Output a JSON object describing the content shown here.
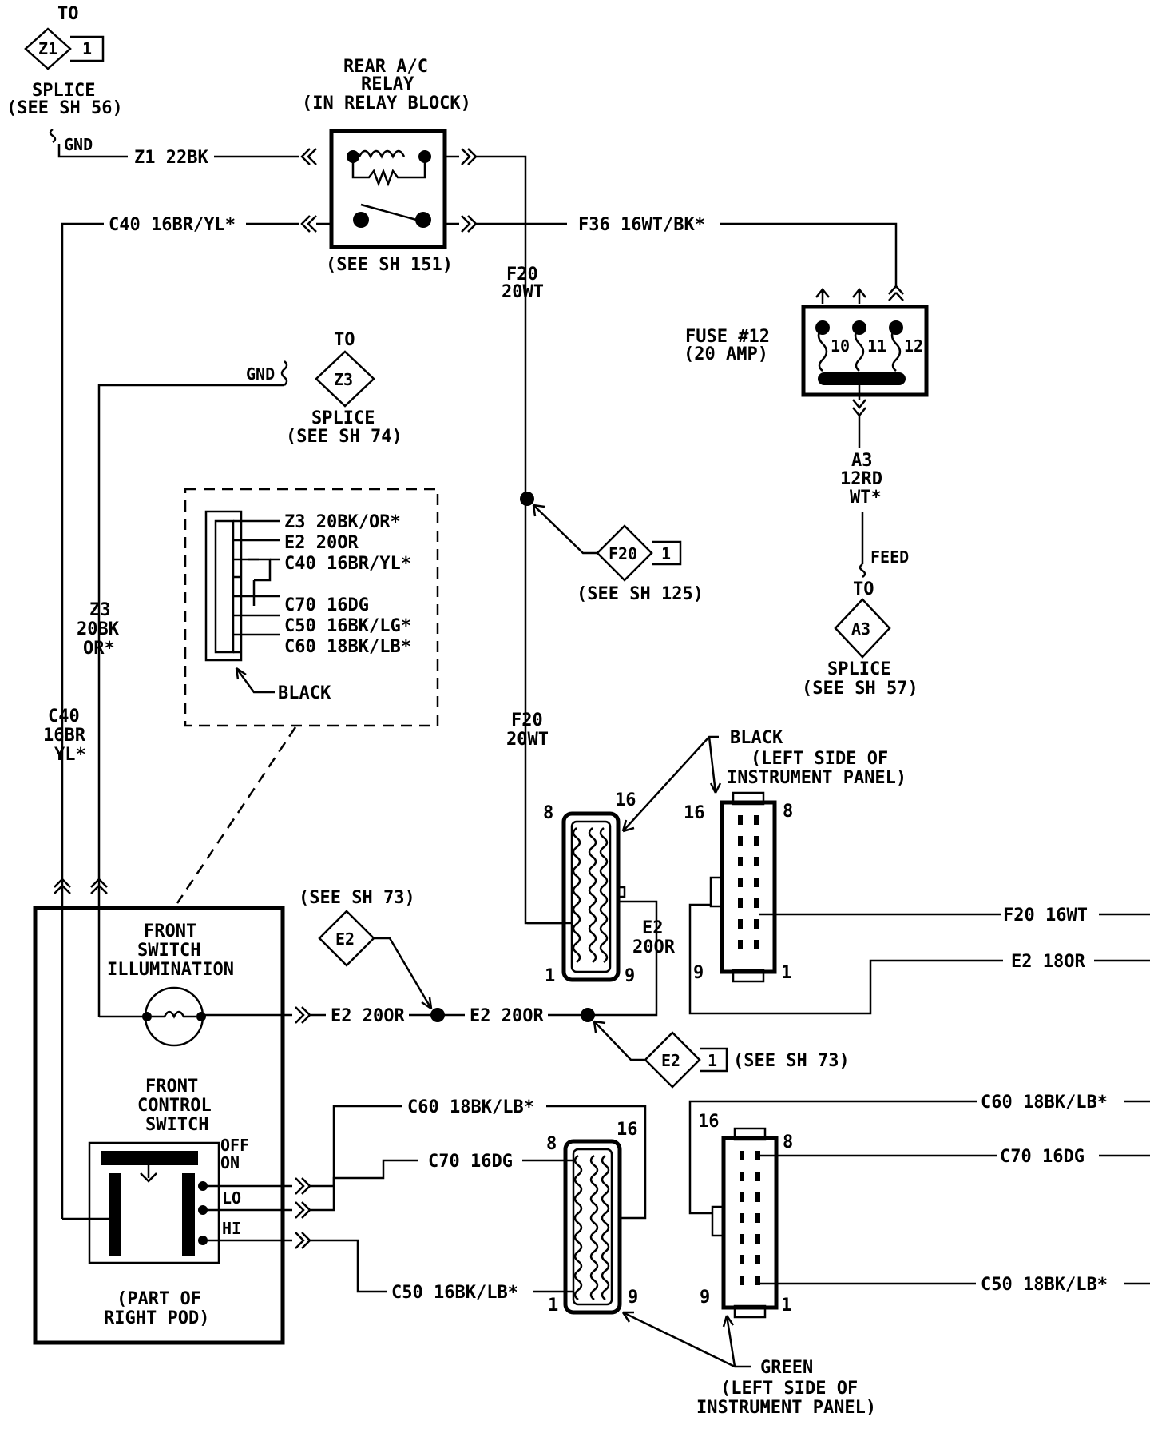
{
  "relay": {
    "title_line1": "REAR A/C",
    "title_line2": "RELAY",
    "title_line3": "(IN RELAY BLOCK)",
    "ref": "(SEE SH 151)"
  },
  "z1_splice": {
    "to": "TO",
    "code": "Z1",
    "pin": "1",
    "label": "SPLICE",
    "ref": "(SEE SH 56)",
    "gnd": "GND"
  },
  "wires": {
    "z1_22bk": "Z1 22BK",
    "c40_top": "C40 16BR/YL*",
    "f36": "F36 16WT/BK*",
    "f20_upper_1": "F20",
    "f20_upper_2": "20WT",
    "f20_lower_1": "F20",
    "f20_lower_2": "20WT",
    "z3_vert_1": "Z3",
    "z3_vert_2": "20BK",
    "z3_vert_3": "OR*",
    "c40_vert_1": "C40",
    "c40_vert_2": "16BR",
    "c40_vert_3": "YL*",
    "a3_1": "A3",
    "a3_2": "12RD",
    "a3_3": "WT*",
    "feed": "FEED",
    "e2_left": "E2 20OR",
    "e2_mid": "E2 20OR",
    "e2_vert_1": "E2",
    "e2_vert_2": "20OR",
    "f20_16wt": "F20 16WT",
    "e2_18or": "E2 18OR",
    "c60_left": "C60 18BK/LB*",
    "c70_left": "C70 16DG",
    "c50_left": "C50 16BK/LB*",
    "c60_right": "C60 18BK/LB*",
    "c70_right": "C70 16DG",
    "c50_right": "C50 18BK/LB*"
  },
  "fuse": {
    "title_line1": "FUSE #12",
    "title_line2": "(20 AMP)",
    "pin10": "10",
    "pin11": "11",
    "pin12": "12"
  },
  "a3_splice": {
    "to": "TO",
    "code": "A3",
    "label": "SPLICE",
    "ref": "(SEE SH 57)"
  },
  "z3_splice": {
    "to": "TO",
    "code": "Z3",
    "label": "SPLICE",
    "ref": "(SEE SH 74)",
    "gnd": "GND"
  },
  "f20_splice": {
    "code": "F20",
    "pin": "1",
    "ref": "(SEE SH 125)"
  },
  "e2_splice_left": {
    "ref": "(SEE SH 73)",
    "code": "E2"
  },
  "e2_splice_right": {
    "code": "E2",
    "pin": "1",
    "ref": "(SEE SH 73)"
  },
  "inset": {
    "pin1": "Z3 20BK/OR*",
    "pin2": "E2 20OR",
    "pin3": "C40 16BR/YL*",
    "pin4": "C70 16DG",
    "pin5": "C50 16BK/LG*",
    "pin6": "C60 18BK/LB*",
    "color": "BLACK"
  },
  "connector_black": {
    "color": "BLACK",
    "loc1": "(LEFT SIDE OF",
    "loc2": "INSTRUMENT PANEL)",
    "l_8": "8",
    "l_16": "16",
    "l_1": "1",
    "l_9": "9",
    "r_16": "16",
    "r_8": "8",
    "r_9": "9",
    "r_1": "1"
  },
  "connector_green": {
    "color": "GREEN",
    "loc1": "(LEFT SIDE OF",
    "loc2": "INSTRUMENT PANEL)",
    "l_8": "8",
    "l_16": "16",
    "l_1": "1",
    "l_9": "9",
    "r_16": "16",
    "r_8": "8",
    "r_9": "9",
    "r_1": "1"
  },
  "pod": {
    "illum_1": "FRONT",
    "illum_2": "SWITCH",
    "illum_3": "ILLUMINATION",
    "ctrl_1": "FRONT",
    "ctrl_2": "CONTROL",
    "ctrl_3": "SWITCH",
    "off": "OFF",
    "on": "ON",
    "lo": "LO",
    "hi": "HI",
    "part_1": "(PART OF",
    "part_2": "RIGHT POD)"
  }
}
